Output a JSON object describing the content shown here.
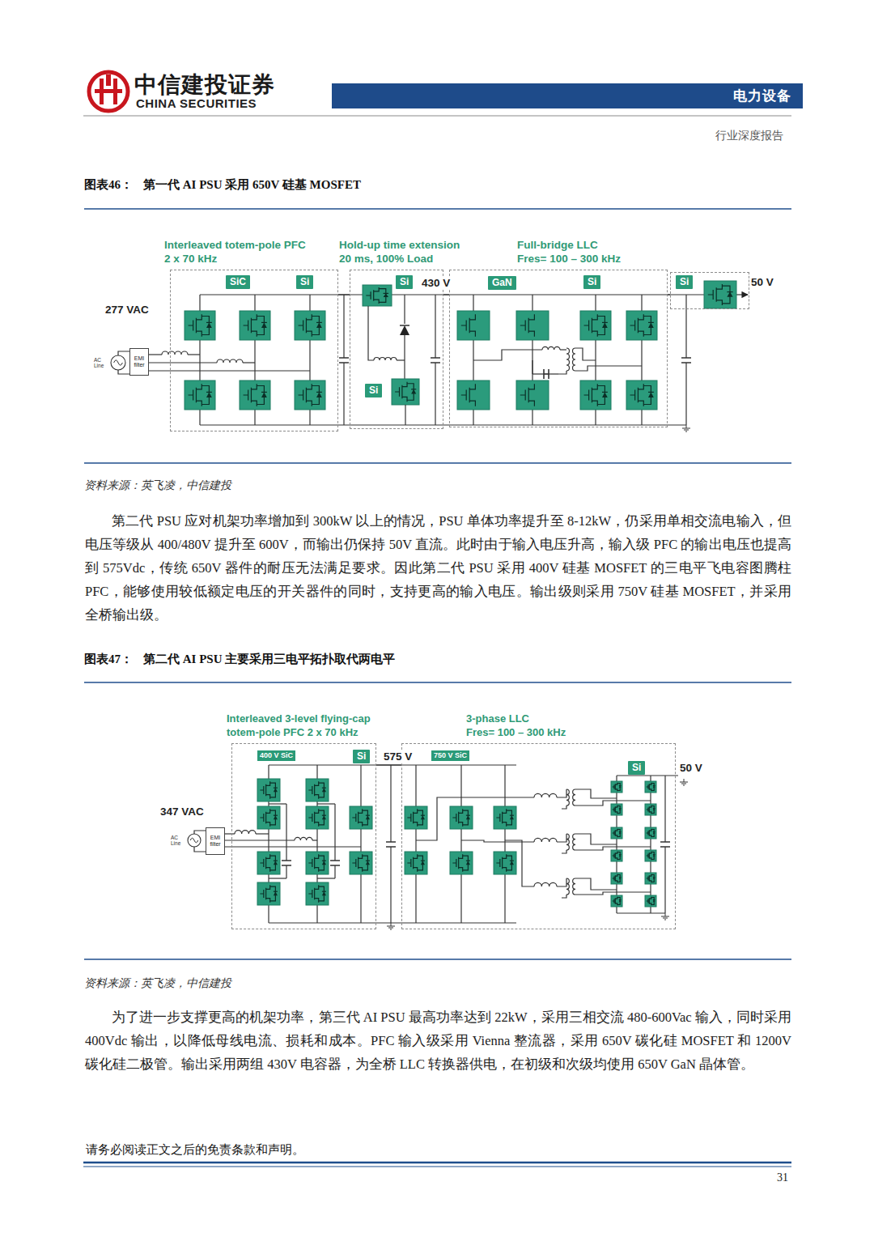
{
  "diagram": {
    "nodes": [
      {
        "text": [
          "电力设备"
        ]
      },
      {
        "text": [
          "Interleaved totem-pole PFC",
          "2 x 70 kHz"
        ]
      },
      {
        "text": [
          "SiC"
        ],
        "in": 1
      },
      {
        "text": [
          "Si"
        ],
        "in": 1
      },
      {
        "text": [
          "Hold-up time extension",
          "20 ms, 100% Load"
        ]
      },
      {
        "text": [
          "Si"
        ],
        "in": 4
      },
      {
        "text": [
          "Si"
        ],
        "in": 4
      },
      {
        "text": [
          "Full-bridge LLC",
          "Fres= 100 – 300 kHz"
        ]
      },
      {
        "text": [
          "GaN"
        ],
        "in": 7
      },
      {
        "text": [
          "Si"
        ],
        "in": 7
      },
      {
        "text": [
          "Si"
        ]
      },
      {
        "text": [
          "EMI filter"
        ]
      },
      {
        "text": [
          "Interleaved 3-level flying-cap",
          "totem-pole PFC 2 x 70 kHz"
        ]
      },
      {
        "text": [
          "400 V SiC"
        ],
        "in": 12
      },
      {
        "text": [
          "Si"
        ],
        "in": 12
      },
      {
        "text": [
          "3-phase LLC",
          "Fres= 100 – 300 kHz"
        ]
      },
      {
        "text": [
          "750 V SiC"
        ],
        "in": 15
      },
      {
        "text": [
          "Si"
        ],
        "in": 15
      },
      {
        "text": [
          "EMI filter"
        ]
      }
    ],
    "edges": [
      {
        "from": 1,
        "to": 4,
        "arrow": "none"
      },
      {
        "from": 4,
        "to": 7,
        "arrow": "none"
      },
      {
        "from": 7,
        "to": 10,
        "arrow": "none"
      },
      {
        "from": 12,
        "to": 15,
        "arrow": "none"
      }
    ],
    "labels": [
      "中信建投证券",
      "CHINA SECURITIES",
      "行业深度报告",
      "图表46：",
      "第一代 AI PSU 采用 650V 硅基 MOSFET",
      "277 VAC",
      "AC Line",
      "430 V",
      "50 V",
      "资料来源：英飞凌，中信建投",
      "第二代 PSU 应对机架功率增加到 300kW 以上的情况，PSU 单体功率提升至 8-12kW，仍采用单相交流电输入，但电压等级从 400/480V 提升至 600V，而输出仍保持 50V 直流。此时由于输入电压升高，输入级 PFC 的输出电压也提高到 575Vdc，传统 650V 器件的耐压无法满足要求。因此第二代 PSU 采用 400V 硅基 MOSFET 的三电平飞电容图腾柱 PFC，能够使用较低额定电压的开关器件的同时，支持更高的输入电压。输出级则采用 750V 硅基 MOSFET，并采用全桥输出级。",
      "图表47：",
      "第二代 AI PSU 主要采用三电平拓扑取代两电平",
      "575 V",
      "347 VAC",
      "AC Line",
      "50 V",
      "资料来源：英飞凌，中信建投",
      "为了进一步支撑更高的机架功率，第三代 AI PSU 最高功率达到 22kW，采用三相交流 480-600Vac 输入，同时采用 400Vdc 输出，以降低母线电流、损耗和成本。PFC 输入级采用 Vienna 整流器，采用 650V 碳化硅 MOSFET 和 1200V 碳化硅二极管。输出采用两组 430V 电容器，为全桥 LLC 转换器供电，在初级和次级均使用 650V GaN 晶体管。",
      "请务必阅读正文之后的免责条款和声明。",
      "31"
    ]
  }
}
